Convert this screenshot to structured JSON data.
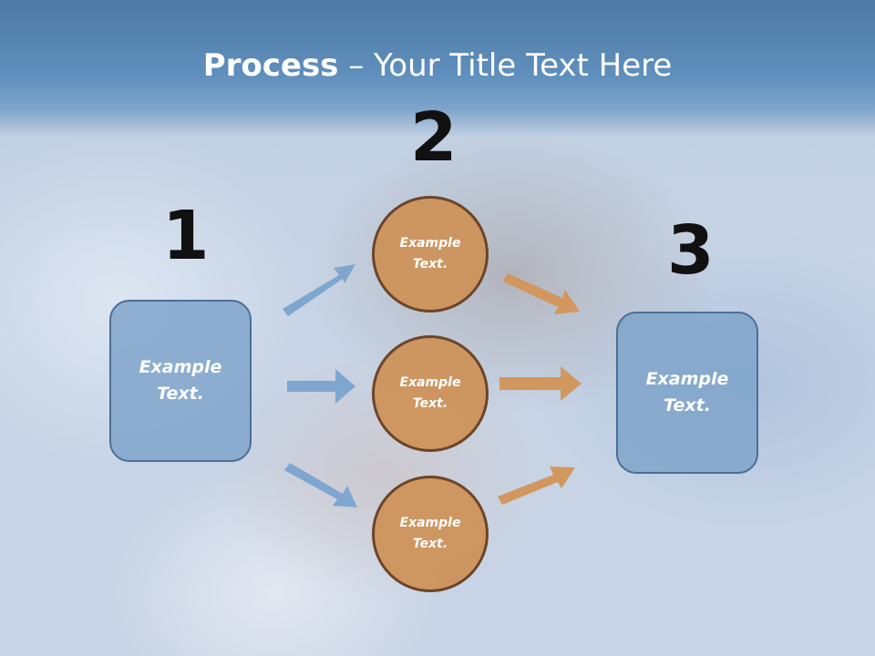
{
  "title": {
    "bold": "Process",
    "rest": " – Your Title Text Here"
  },
  "steps": [
    {
      "number": "1"
    },
    {
      "number": "2"
    },
    {
      "number": "3"
    }
  ],
  "left_box": {
    "text": "Example Text."
  },
  "circles": [
    {
      "text": "Example Text."
    },
    {
      "text": "Example Text."
    },
    {
      "text": "Example Text."
    }
  ],
  "right_box": {
    "text": "Example Text."
  },
  "colors": {
    "blue_arrow": "#7fa6cf",
    "orange_arrow": "#d1975f",
    "box_fill": "#78a0c8",
    "circle_fill": "#ce925a",
    "banner": "#5f8fbd"
  }
}
